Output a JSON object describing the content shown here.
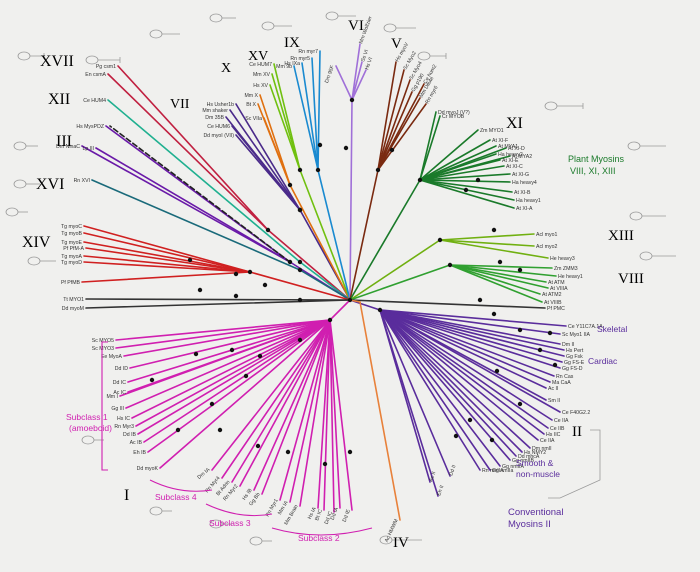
{
  "classes": {
    "I": {
      "label": "I",
      "color": "#d01fb0"
    },
    "II": {
      "label": "II",
      "color": "#5a2d9c"
    },
    "III": {
      "label": "III",
      "color": "#6a1aa8"
    },
    "IV": {
      "label": "IV",
      "color": "#e8813a"
    },
    "V": {
      "label": "V",
      "color": "#7a2a10"
    },
    "VI": {
      "label": "VI",
      "color": "#a070d8"
    },
    "VII": {
      "label": "VII",
      "color": "#4a2a8a"
    },
    "VIII": {
      "label": "VIII",
      "color": "#30a030"
    },
    "IX": {
      "label": "IX",
      "color": "#1a8ad0"
    },
    "X": {
      "label": "X",
      "color": "#e07010"
    },
    "XI": {
      "label": "XI",
      "color": "#1a7a2a"
    },
    "XII": {
      "label": "XII",
      "color": "#20b090"
    },
    "XIII": {
      "label": "XIII",
      "color": "#70b010"
    },
    "XIV": {
      "label": "XIV",
      "color": "#d02020"
    },
    "XV": {
      "label": "XV",
      "color": "#70c010"
    },
    "XVI": {
      "label": "XVI",
      "color": "#1a6a7a"
    },
    "XVII": {
      "label": "XVII",
      "color": "#c02040"
    }
  },
  "annotations": {
    "plant_myosins_1": "Plant Myosins",
    "plant_myosins_2": "VIII, XI, XIII",
    "skeletal": "Skeletal",
    "cardiac": "Cardiac",
    "smooth_1": "Smooth &",
    "smooth_2": "non-muscle",
    "conventional_1": "Conventional",
    "conventional_2": "Myosins II",
    "subclass1_1": "Subclass 1",
    "subclass1_2": "(amoeboid)",
    "subclass2": "Subclass 2",
    "subclass3": "Subclass 3",
    "subclass4": "Subclass 4"
  },
  "leaves": {
    "xvii_1": "Pg csm1",
    "xvii_2": "En csmA",
    "xii": "Ce HUM4",
    "iii_1": "Hs MysPDZ",
    "iii_2": "Dm NinaC",
    "iii_3": "Lp III",
    "xvi": "Rn XVI",
    "xiv_1": "Tg myoC",
    "xiv_2": "Tg myoB",
    "xiv_3": "Tg myoE",
    "xiv_4": "Pf PfM-A",
    "xiv_5": "Tg myoA",
    "xiv_6": "Tg myoD",
    "xiv_7": "Pf PfMB",
    "root_1": "Tt MYO1",
    "root_2": "Dd myoM",
    "vii_1": "Hs Usher1b",
    "vii_2": "Mm shaker",
    "vii_3": "Dm 35B",
    "vii_4": "Ce HUM6",
    "vii_5": "Dd myoI (VII)",
    "x_1": "Mm X",
    "x_2": "Bt X",
    "x_3": "Sc VIIa",
    "xv_1": "Ce HUM7",
    "xv_2": "Mm XV",
    "xv_3": "Hs XV",
    "ix_1": "Rn myr7",
    "ix_2": "Rn myr5",
    "ix_3": "Hs IXa",
    "ix_4": "Mm 9b",
    "vi_1": "Mm Wolfzier",
    "vi_2": "Ss VI",
    "vi_3": "Hs VI",
    "vi_4": "Dm 95F",
    "v_1": "Hs myoV",
    "v_2": "Sc Myo2",
    "v_3": "Sc Myo4",
    "v_4": "Gg p190",
    "v_5": "Mm Dilute",
    "v_6": "Rn myr6",
    "v_7": "Ce hum2",
    "xi_1": "Dd myoJ (V?)",
    "xi_2": "Cr MYOB",
    "xi_3": "Zm MYO1",
    "xi_4": "At XI-F",
    "xi_5": "At MYA1",
    "xi_6": "Ha heavy2",
    "xi_7": "At XI-E",
    "xi_8": "At XI-C",
    "xi_9": "At XI-G",
    "xi_10": "Ha heavy4",
    "xi_11": "At XI-B",
    "xi_12": "At XI-A",
    "xi_13": "Ha heavy1",
    "xi_14": "At MYA2",
    "xi_15": "At XI-D",
    "xiii_1": "Acl myo1",
    "xiii_2": "Acl myo2",
    "xiii_3": "He heavy3",
    "viii_1": "Zm ZMM3",
    "viii_2": "He heavy1",
    "viii_3": "At ATM",
    "viii_4": "At VIIIA",
    "viii_5": "At ATM2",
    "viii_6": "At VIIIB",
    "ii_1": "Pf PMC",
    "ii_2": "Ce Y11C7A.1A",
    "ii_3": "Sc Myo1 IIA",
    "ii_4": "Dm II",
    "ii_5": "Hs Pert",
    "ii_6": "Gg Fsk",
    "ii_7": "Gg FS-E",
    "ii_8": "Gg FS-D",
    "ii_9": "Rn Cas",
    "ii_10": "Ma CaA",
    "ii_11": "Ac II",
    "ii_12": "Sm II",
    "ii_13": "Ce F40G2.2",
    "ii_14": "Ce IIA",
    "ii_15": "Ce IIB",
    "ii_16": "Hs IIC",
    "ii_17": "Ce IIA",
    "ii_18": "Dm nmII",
    "ii_19": "Hs NMY2",
    "ii_20": "Dd mhcA",
    "ii_21": "Gg nmIIB",
    "ii_22": "Gg nmIIA",
    "ii_23": "Gg nmIIa",
    "ii_24": "Rn nmIIA",
    "ii_25": "Dd II",
    "ii_26": "Ac II",
    "ii_27": "Eh II",
    "iv": "Ac HMWM",
    "i_1": "Sc MYO5",
    "i_2": "Sc MYO3",
    "i_3": "Ee MyoA",
    "i_4": "Dd ID",
    "i_5": "Dd IC",
    "i_6": "Ac IC",
    "i_7": "Mm I",
    "i_8": "Gg III",
    "i_9": "Hs IC",
    "i_10": "Rn Myr3",
    "i_11": "Dd IB",
    "i_12": "Ac IB",
    "i_13": "Eh IB",
    "i_14": "Dd myoK",
    "i_15": "Dm IA",
    "i_16": "Rn Myr4",
    "i_17": "Bt Adrin",
    "i_18": "Rn Myr2",
    "i_19": "Hs IB",
    "i_20": "Gg Bb",
    "i_21": "Rn Myr1",
    "i_22": "Mm IA",
    "i_23": "Mm Brain",
    "i_24": "Hs IA",
    "i_25": "Dd IA",
    "i_26": "Dd IE",
    "i_27": "Bt IC",
    "i_28": "Dd IC"
  }
}
